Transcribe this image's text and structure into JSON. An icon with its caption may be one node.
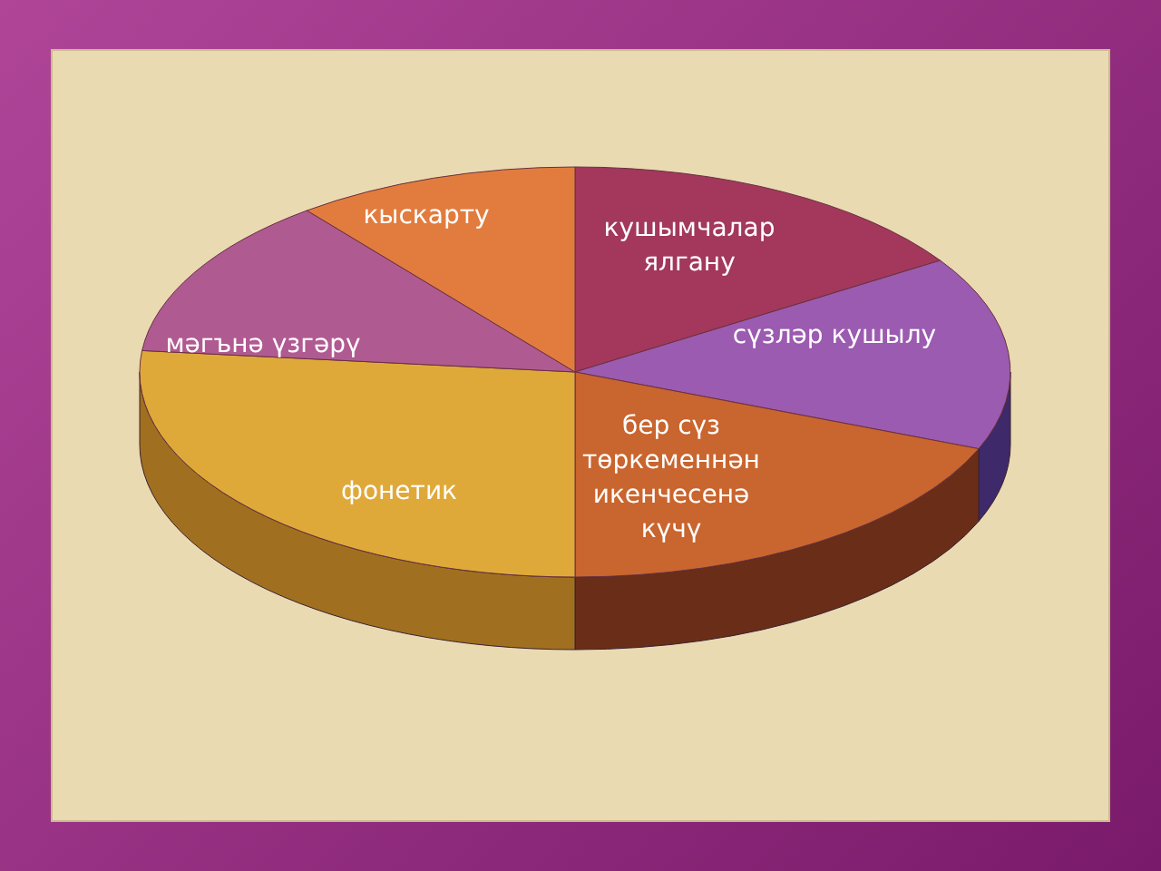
{
  "diagram": {
    "labels": [
      "кыскарту",
      "кушымчалар ялгану",
      "сүзләр кушылу",
      "мәгънә үзгәрү",
      "бер сүз төркеменнән икенчесенә күчү",
      "фонетик"
    ]
  }
}
